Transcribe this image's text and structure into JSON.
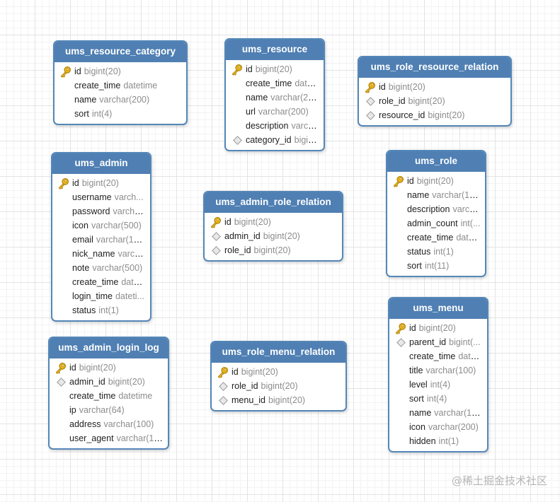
{
  "tables": [
    {
      "name": "ums_resource_category",
      "fields": [
        {
          "name": "id",
          "type": "bigint(20)",
          "key": "pk"
        },
        {
          "name": "create_time",
          "type": "datetime",
          "key": ""
        },
        {
          "name": "name",
          "type": "varchar(200)",
          "key": ""
        },
        {
          "name": "sort",
          "type": "int(4)",
          "key": ""
        }
      ]
    },
    {
      "name": "ums_resource",
      "fields": [
        {
          "name": "id",
          "type": "bigint(20)",
          "key": "pk"
        },
        {
          "name": "create_time",
          "type": "datet...",
          "key": ""
        },
        {
          "name": "name",
          "type": "varchar(20...",
          "key": ""
        },
        {
          "name": "url",
          "type": "varchar(200)",
          "key": ""
        },
        {
          "name": "description",
          "type": "varch...",
          "key": ""
        },
        {
          "name": "category_id",
          "type": "bigin...",
          "key": "fk"
        }
      ]
    },
    {
      "name": "ums_role_resource_relation",
      "fields": [
        {
          "name": "id",
          "type": "bigint(20)",
          "key": "pk"
        },
        {
          "name": "role_id",
          "type": "bigint(20)",
          "key": "fk"
        },
        {
          "name": "resource_id",
          "type": "bigint(20)",
          "key": "fk"
        }
      ]
    },
    {
      "name": "ums_admin",
      "fields": [
        {
          "name": "id",
          "type": "bigint(20)",
          "key": "pk"
        },
        {
          "name": "username",
          "type": "varch...",
          "key": ""
        },
        {
          "name": "password",
          "type": "varcha...",
          "key": ""
        },
        {
          "name": "icon",
          "type": "varchar(500)",
          "key": ""
        },
        {
          "name": "email",
          "type": "varchar(10...",
          "key": ""
        },
        {
          "name": "nick_name",
          "type": "varch...",
          "key": ""
        },
        {
          "name": "note",
          "type": "varchar(500)",
          "key": ""
        },
        {
          "name": "create_time",
          "type": "datet...",
          "key": ""
        },
        {
          "name": "login_time",
          "type": "dateti...",
          "key": ""
        },
        {
          "name": "status",
          "type": "int(1)",
          "key": ""
        }
      ]
    },
    {
      "name": "ums_admin_role_relation",
      "fields": [
        {
          "name": "id",
          "type": "bigint(20)",
          "key": "pk"
        },
        {
          "name": "admin_id",
          "type": "bigint(20)",
          "key": "fk"
        },
        {
          "name": "role_id",
          "type": "bigint(20)",
          "key": "fk"
        }
      ]
    },
    {
      "name": "ums_role",
      "fields": [
        {
          "name": "id",
          "type": "bigint(20)",
          "key": "pk"
        },
        {
          "name": "name",
          "type": "varchar(10...",
          "key": ""
        },
        {
          "name": "description",
          "type": "varch...",
          "key": ""
        },
        {
          "name": "admin_count",
          "type": "int(...",
          "key": ""
        },
        {
          "name": "create_time",
          "type": "datet...",
          "key": ""
        },
        {
          "name": "status",
          "type": "int(1)",
          "key": ""
        },
        {
          "name": "sort",
          "type": "int(11)",
          "key": ""
        }
      ]
    },
    {
      "name": "ums_admin_login_log",
      "fields": [
        {
          "name": "id",
          "type": "bigint(20)",
          "key": "pk"
        },
        {
          "name": "admin_id",
          "type": "bigint(20)",
          "key": "fk"
        },
        {
          "name": "create_time",
          "type": "datetime",
          "key": ""
        },
        {
          "name": "ip",
          "type": "varchar(64)",
          "key": ""
        },
        {
          "name": "address",
          "type": "varchar(100)",
          "key": ""
        },
        {
          "name": "user_agent",
          "type": "varchar(10...",
          "key": ""
        }
      ]
    },
    {
      "name": "ums_role_menu_relation",
      "fields": [
        {
          "name": "id",
          "type": "bigint(20)",
          "key": "pk"
        },
        {
          "name": "role_id",
          "type": "bigint(20)",
          "key": "fk"
        },
        {
          "name": "menu_id",
          "type": "bigint(20)",
          "key": "fk"
        }
      ]
    },
    {
      "name": "ums_menu",
      "fields": [
        {
          "name": "id",
          "type": "bigint(20)",
          "key": "pk"
        },
        {
          "name": "parent_id",
          "type": "bigint(...",
          "key": "fk"
        },
        {
          "name": "create_time",
          "type": "datet...",
          "key": ""
        },
        {
          "name": "title",
          "type": "varchar(100)",
          "key": ""
        },
        {
          "name": "level",
          "type": "int(4)",
          "key": ""
        },
        {
          "name": "sort",
          "type": "int(4)",
          "key": ""
        },
        {
          "name": "name",
          "type": "varchar(10...",
          "key": ""
        },
        {
          "name": "icon",
          "type": "varchar(200)",
          "key": ""
        },
        {
          "name": "hidden",
          "type": "int(1)",
          "key": ""
        }
      ]
    }
  ],
  "watermark": "@稀土掘金技术社区",
  "colors": {
    "header": "#4f7fb3",
    "border": "#5487b8",
    "field_name": "#222222",
    "field_type": "#8c8c8c",
    "key_gold": "#e7b41f"
  }
}
